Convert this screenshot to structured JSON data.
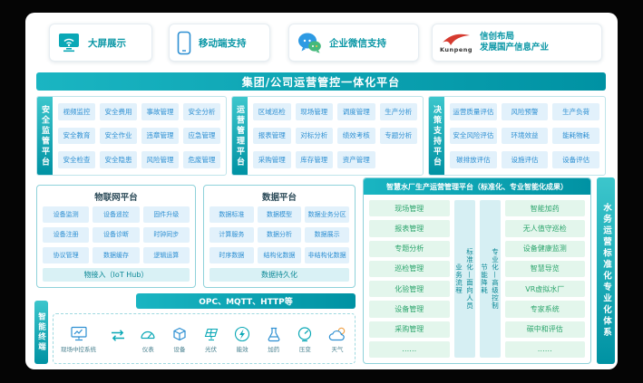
{
  "top_features": {
    "screen": {
      "label": "大屏展示"
    },
    "mobile": {
      "label": "移动端支持"
    },
    "wechat": {
      "label": "企业微信支持"
    },
    "xinchuang": {
      "brand": "Kunpeng",
      "line1": "信创布局",
      "line2": "发展国产信息产业"
    }
  },
  "banner": {
    "title": "集团/公司运营管控一体化平台"
  },
  "platforms": [
    {
      "name": "安全监管平台",
      "items": [
        "视频监控",
        "安全费用",
        "事故管理",
        "安全分析",
        "安全教育",
        "安全作业",
        "违章管理",
        "应急管理",
        "安全检查",
        "安全隐患",
        "风险管理",
        "危废管理"
      ]
    },
    {
      "name": "运营管理平台",
      "items": [
        "区域巡检",
        "现场管理",
        "调度管理",
        "生产分析",
        "报表管理",
        "对标分析",
        "绩效考核",
        "专题分析",
        "采购管理",
        "库存管理",
        "资产管理"
      ]
    },
    {
      "name": "决策支持平台",
      "items": [
        "运营质量评估",
        "风险预警",
        "生产负荷",
        "安全风险评估",
        "环境效益",
        "能耗物耗",
        "碳排放评估",
        "设施评估",
        "设备评估"
      ]
    }
  ],
  "iot_platform": {
    "title": "物联网平台",
    "items": [
      "设备监测",
      "设备遥控",
      "固件升级",
      "设备注册",
      "设备诊断",
      "时钟同步",
      "协议管理",
      "数据缓存",
      "逻辑运算"
    ],
    "footer": "物接入（IoT Hub）"
  },
  "data_platform": {
    "title": "数据平台",
    "items": [
      "数据标准",
      "数据模型",
      "数据业务分区",
      "计算服务",
      "数据分析",
      "数据展示",
      "时序数据",
      "结构化数据",
      "非结构化数据"
    ],
    "footer": "数据持久化"
  },
  "protocol_bar": {
    "label": "OPC、MQTT、HTTP等"
  },
  "terminal": {
    "label": "智能终端",
    "devices": [
      {
        "label": "现场中控系统",
        "icon": "scada-monitor-icon"
      },
      {
        "label": "仪表",
        "icon": "gauge-icon"
      },
      {
        "label": "设备",
        "icon": "equipment-icon"
      },
      {
        "label": "光伏",
        "icon": "solar-panel-icon"
      },
      {
        "label": "能效",
        "icon": "energy-icon"
      },
      {
        "label": "加药",
        "icon": "dosing-flask-icon"
      },
      {
        "label": "压变",
        "icon": "pressure-meter-icon"
      },
      {
        "label": "天气",
        "icon": "weather-icon"
      }
    ]
  },
  "smart_plant": {
    "title": "智慧水厂生产运营管理平台（标准化、专业智能化成果）",
    "left_items": [
      "现场管理",
      "报表管理",
      "专题分析",
      "巡检管理",
      "化验管理",
      "设备管理",
      "采购管理",
      "……"
    ],
    "strips": [
      {
        "line1": "标准化—面向人员",
        "line2": "业务流程"
      },
      {
        "line1": "专业化—高级控制",
        "line2": "节能降耗"
      }
    ],
    "right_items": [
      "智能加药",
      "无人值守巡检",
      "设备健康监测",
      "智慧导览",
      "VR虚拟水厂",
      "专家系统",
      "碳中和评估",
      "……"
    ]
  },
  "right_rail": {
    "label": "水务运营标准化专业化体系"
  },
  "colors": {
    "teal": "#0092a3",
    "blue_item": "#2d8fd2",
    "green_item": "#2ca56d",
    "kunpeng_red": "#d63a2f"
  }
}
